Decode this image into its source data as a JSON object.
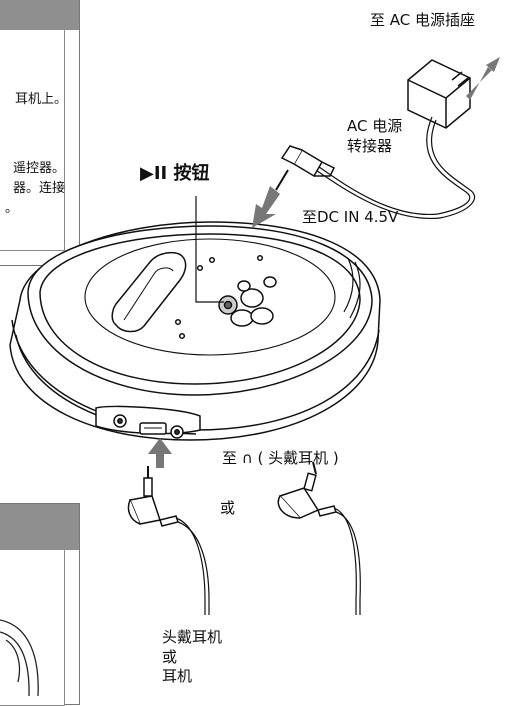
{
  "labels": {
    "ac_outlet": "至 AC 电源插座",
    "ac_adapter": [
      "AC 电源",
      "转接器"
    ],
    "play_pause_button": "▶II 按钮",
    "dc_in": "至DC IN 4.5V",
    "headphone_jack": "至 ∩ ( 头戴耳机 )",
    "or": "或",
    "headphones_or_earphones": [
      "头戴耳机",
      "或",
      "耳机"
    ]
  },
  "left_panel_fragments": {
    "line1": "耳机上。",
    "line2": "遥控器。",
    "line3": "器。连接",
    "line4": "。"
  },
  "colors": {
    "panel_header": "#8f8f8f",
    "ink": "#111111",
    "arrow": "#777777"
  }
}
